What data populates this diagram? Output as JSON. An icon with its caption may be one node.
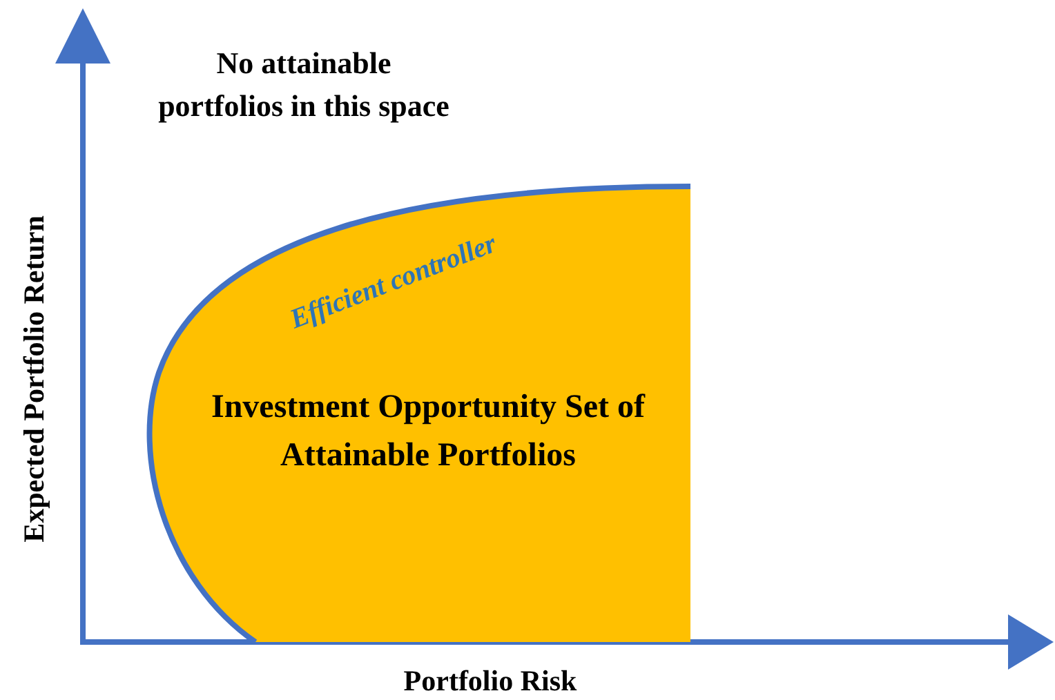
{
  "diagram": {
    "nodes": [
      {
        "text": [
          "Investment Opportunity Set of Attainable Portfolios"
        ]
      }
    ],
    "labels": [
      "No attainable portfolios in this space",
      "Efficient controller",
      "Expected Portfolio Return",
      "Portfolio Risk"
    ]
  }
}
